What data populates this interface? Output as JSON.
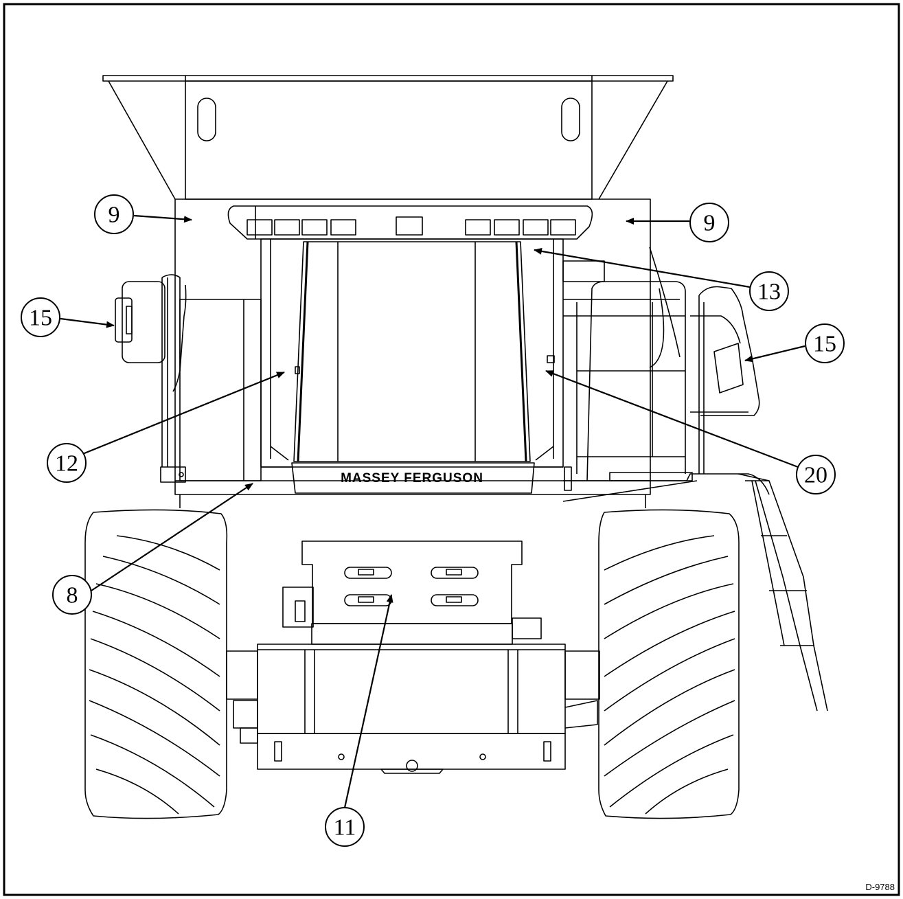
{
  "figure_id": "D-9788",
  "brand_text": "MASSEY FERGUSON",
  "callouts": [
    {
      "id": "left-9",
      "label": "9"
    },
    {
      "id": "right-9",
      "label": "9"
    },
    {
      "id": "left-15",
      "label": "15"
    },
    {
      "id": "right-15",
      "label": "15"
    },
    {
      "id": "13",
      "label": "13"
    },
    {
      "id": "12",
      "label": "12"
    },
    {
      "id": "20",
      "label": "20"
    },
    {
      "id": "8",
      "label": "8"
    },
    {
      "id": "11",
      "label": "11"
    }
  ],
  "colors": {
    "line": "#000000",
    "background": "#ffffff"
  }
}
